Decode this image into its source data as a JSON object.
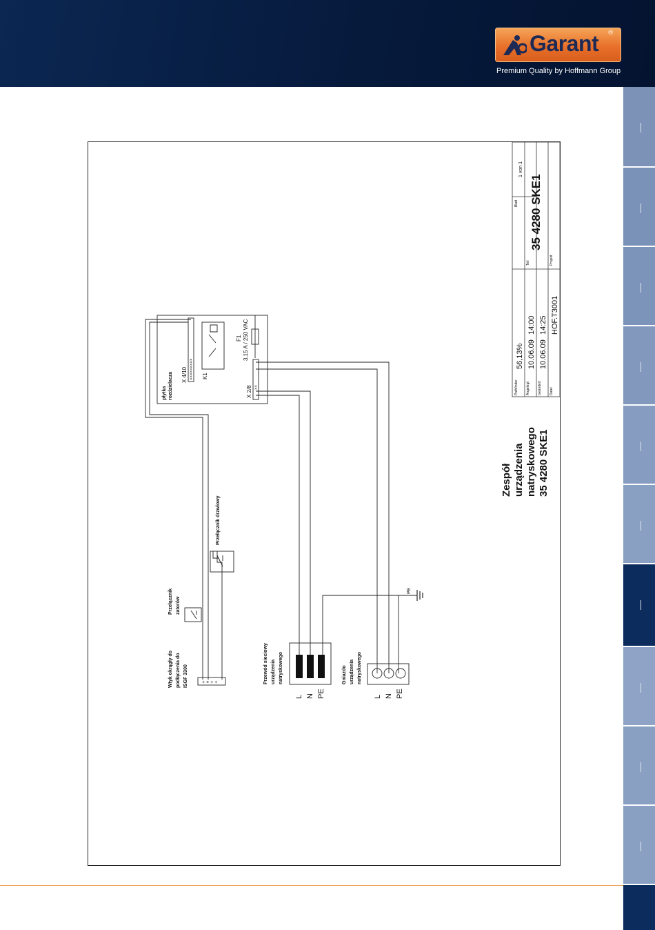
{
  "brand": {
    "logo_text": "Garant",
    "registered": "®",
    "tagline": "Premium Quality by Hoffmann Group",
    "colors": {
      "header": "#061a3c",
      "logo_orange": "#e8702a",
      "tab_active": "#0d2c5e",
      "tab": "#7d93b8"
    }
  },
  "diagram": {
    "title_lines": [
      "Zespół",
      "urządzenia",
      "natryskowego",
      "35 4280 SKE1"
    ],
    "board": {
      "label1": "płytka",
      "label2": "rozdzielacza",
      "x4": "X 4/10",
      "k1": "K1",
      "x2": "X 2/8"
    },
    "fuse": {
      "name": "F1",
      "rating": "3,15 A / 250 VAC"
    },
    "door_switch": "Przełącznik drzwiowy",
    "limit_switch": [
      "Przełącznik",
      "zatorów"
    ],
    "round_plug": [
      "Wtyk okrągły do",
      "podłączenia do",
      "ISGF 3300"
    ],
    "power_cable": [
      "Przewód sieciowy",
      "urządzenia",
      "natryskowego"
    ],
    "socket": [
      "Gniazdo",
      "urządzenia",
      "natryskowego"
    ],
    "terminals": [
      "L",
      "N",
      "PE"
    ],
    "earth": "PE",
    "title_block": {
      "bearbeiter_label": "Pathfinder",
      "percent": "56,13%",
      "angelegt_label": "Angelegt",
      "date1": "10.06.09",
      "time1": "14:00",
      "geaendert_label": "Geändert",
      "date2": "10.06.09",
      "time2": "14:25",
      "datei_label": "Datei",
      "file": "HOF.T3001",
      "blatt_label": "Blatt",
      "sheet": "1 von 1",
      "teil_label": "Teil",
      "part": "35 4280 SKE1",
      "projekt_label": "Projekt"
    }
  }
}
